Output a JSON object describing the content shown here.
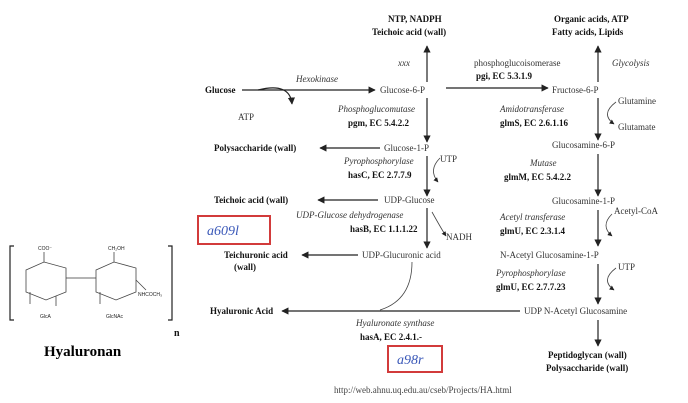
{
  "structure": {
    "title": "Hyaluronan",
    "subscript": "n",
    "ring1_top": "COO⁻",
    "ring1_bottom": "GlcA",
    "ring2_top": "CH₂OH",
    "ring2_bottom": "GlcNAc",
    "ring2_right": "NHCOCH₃"
  },
  "left_path": {
    "glucose": "Glucose",
    "atp": "ATP",
    "hexokinase": "Hexokinase",
    "glucose6p": "Glucose-6-P",
    "xxx": "xxx",
    "ntp_line1": "NTP, NADPH",
    "ntp_line2": "Teichoic acid (wall)",
    "pgm_enzyme": "Phosphoglucomutase",
    "pgm_gene": "pgm, EC 5.4.2.2",
    "polysacch": "Polysaccharide (wall)",
    "glucose1p": "Glucose-1-P",
    "utp": "UTP",
    "pyro1_enzyme": "Pyrophosphorylase",
    "pyro1_gene": "hasC, EC 2.7.7.9",
    "teichoic": "Teichoic acid (wall)",
    "udp_glucose": "UDP-Glucose",
    "dehydro_enzyme": "UDP-Glucose dehydrogenase",
    "dehydro_gene": "hasB, EC 1.1.1.22",
    "nadh": "NADH",
    "teichuronic_line1": "Teichuronic acid",
    "teichuronic_line2": "(wall)",
    "udp_glucuronic": "UDP-Glucuronic acid",
    "hyaluronic": "Hyaluronic Acid",
    "synthase_enzyme": "Hyaluronate synthase",
    "synthase_gene": "hasA, EC 2.4.1.-",
    "box1": "a609l",
    "box2": "a98r"
  },
  "right_path": {
    "top_line1": "Organic acids, ATP",
    "top_line2": "Fatty acids, Lipids",
    "pgi_enzyme": "phosphoglucoisomerase",
    "pgi_gene": "pgi, EC 5.3.1.9",
    "glycolysis": "Glycolysis",
    "fructose6p": "Fructose-6-P",
    "glutamine": "Glutamine",
    "amido_enzyme": "Amidotransferase",
    "amido_gene": "glmS, EC 2.6.1.16",
    "glutamate": "Glutamate",
    "glucosamine6p": "Glucosamine-6-P",
    "mutase_enzyme": "Mutase",
    "mutase_gene": "glmM, EC 5.4.2.2",
    "glucosamine1p": "Glucosamine-1-P",
    "acetylcoa": "Acetyl-CoA",
    "acetyl_enzyme": "Acetyl transferase",
    "acetyl_gene": "glmU, EC 2.3.1.4",
    "nacetyl1p": "N-Acetyl Glucosamine-1-P",
    "utp": "UTP",
    "pyro2_enzyme": "Pyrophosphorylase",
    "pyro2_gene": "glmU, EC 2.7.7.23",
    "udp_nacetyl": "UDP N-Acetyl Glucosamine",
    "pepti_line1": "Peptidoglycan (wall)",
    "pepti_line2": "Polysaccharide (wall)"
  },
  "url": "http://web.ahnu.uq.edu.au/cseb/Projects/HA.html",
  "colors": {
    "highlight_border": "#d23b3b",
    "highlight_text": "#3a58b8"
  }
}
